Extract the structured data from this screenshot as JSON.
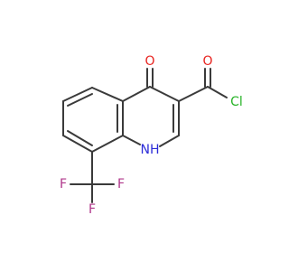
{
  "structure": {
    "atom_labels": [
      {
        "id": "o-ketone",
        "text": "O",
        "color": "#e8231f"
      },
      {
        "id": "o-acyl",
        "text": "O",
        "color": "#e8231f"
      },
      {
        "id": "cl",
        "text": "Cl",
        "color": "#27b327"
      },
      {
        "id": "nh",
        "text": "NH",
        "color": "#2c2cd8"
      },
      {
        "id": "f-left",
        "text": "F",
        "color": "#b0368a"
      },
      {
        "id": "f-right",
        "text": "F",
        "color": "#b0368a"
      },
      {
        "id": "f-bottom",
        "text": "F",
        "color": "#b0368a"
      }
    ],
    "bond_color": "#3a3a3a"
  }
}
